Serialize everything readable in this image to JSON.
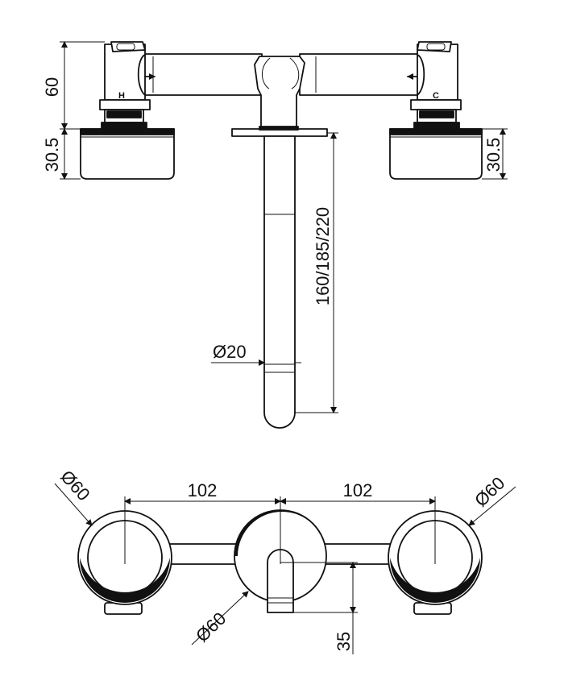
{
  "handle_labels": {
    "hot": "H",
    "cold": "C"
  },
  "dimensions": {
    "handle_height": "60",
    "flange_height_left": "30.5",
    "flange_height_right": "30.5",
    "spout_length": "160/185/220",
    "spout_diameter": "Ø20",
    "spacing_left": "102",
    "spacing_right": "102",
    "flange_diameter_left": "Ø60",
    "flange_diameter_right": "Ø60",
    "flange_diameter_center": "Ø60",
    "spout_offset": "35"
  },
  "colors": {
    "line": "#111111",
    "background": "#ffffff"
  }
}
